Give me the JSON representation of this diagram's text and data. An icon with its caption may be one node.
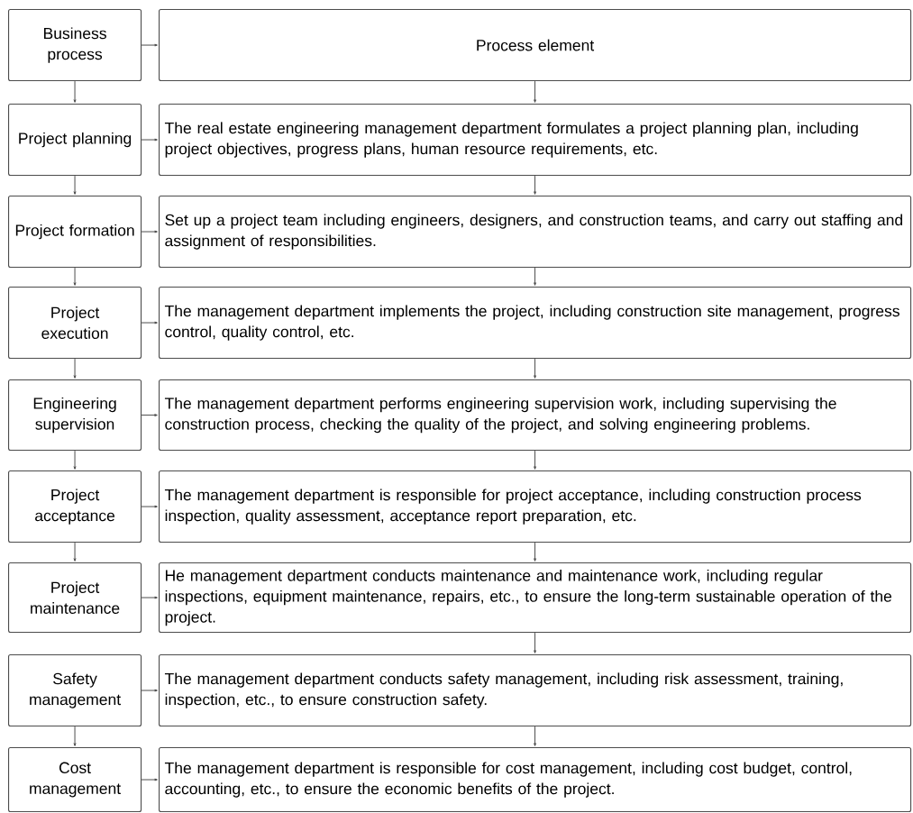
{
  "diagram": {
    "nodes": [
      {
        "text": [
          "Business process"
        ]
      },
      {
        "text": [
          "Process element"
        ]
      },
      {
        "text": [
          "Project planning"
        ]
      },
      {
        "text": [
          "The real estate engineering management department formulates a project planning plan, including project objectives, progress plans, human resource requirements, etc."
        ]
      },
      {
        "text": [
          "Project formation"
        ]
      },
      {
        "text": [
          "Set up a project team including engineers, designers, and construction teams, and carry out staffing and assignment of responsibilities."
        ]
      },
      {
        "text": [
          "Project execution"
        ]
      },
      {
        "text": [
          "The management department implements the project, including construction site management, progress control, quality control, etc."
        ]
      },
      {
        "text": [
          "Engineering supervision"
        ]
      },
      {
        "text": [
          "The management department performs engineering supervision work, including supervising the construction process, checking the quality of the project, and solving engineering problems."
        ]
      },
      {
        "text": [
          "Project acceptance"
        ]
      },
      {
        "text": [
          "The management department is responsible for project acceptance, including construction process inspection, quality assessment, acceptance report preparation, etc."
        ]
      },
      {
        "text": [
          "Project maintenance"
        ]
      },
      {
        "text": [
          "He management department conducts maintenance and maintenance work, including regular inspections, equipment maintenance, repairs, etc., to ensure the long-term sustainable operation of the project."
        ]
      },
      {
        "text": [
          "Safety management"
        ]
      },
      {
        "text": [
          "The management department conducts safety management, including risk assessment, training, inspection, etc., to ensure construction safety."
        ]
      },
      {
        "text": [
          "Cost management"
        ]
      },
      {
        "text": [
          "The management department is responsible for cost management, including cost budget, control, accounting, etc., to ensure the economic benefits of the project."
        ]
      }
    ],
    "edges": [
      {
        "from": 0,
        "to": 1,
        "arrow": "to"
      },
      {
        "from": 2,
        "to": 3,
        "arrow": "to"
      },
      {
        "from": 4,
        "to": 5,
        "arrow": "to"
      },
      {
        "from": 6,
        "to": 7,
        "arrow": "to"
      },
      {
        "from": 8,
        "to": 9,
        "arrow": "to"
      },
      {
        "from": 10,
        "to": 11,
        "arrow": "to"
      },
      {
        "from": 12,
        "to": 13,
        "arrow": "to"
      },
      {
        "from": 14,
        "to": 15,
        "arrow": "to"
      },
      {
        "from": 16,
        "to": 17,
        "arrow": "to"
      },
      {
        "from": 0,
        "to": 2,
        "arrow": "to"
      },
      {
        "from": 2,
        "to": 4,
        "arrow": "to"
      },
      {
        "from": 4,
        "to": 6,
        "arrow": "to"
      },
      {
        "from": 6,
        "to": 8,
        "arrow": "to"
      },
      {
        "from": 8,
        "to": 10,
        "arrow": "to"
      },
      {
        "from": 10,
        "to": 12,
        "arrow": "to"
      },
      {
        "from": 14,
        "to": 16,
        "arrow": "to"
      },
      {
        "from": 1,
        "to": 3,
        "arrow": "to"
      },
      {
        "from": 3,
        "to": 5,
        "arrow": "to"
      },
      {
        "from": 5,
        "to": 7,
        "arrow": "to"
      },
      {
        "from": 7,
        "to": 9,
        "arrow": "to"
      },
      {
        "from": 9,
        "to": 11,
        "arrow": "to"
      },
      {
        "from": 11,
        "to": 13,
        "arrow": "to"
      },
      {
        "from": 13,
        "to": 15,
        "arrow": "to"
      },
      {
        "from": 15,
        "to": 17,
        "arrow": "to"
      }
    ]
  }
}
